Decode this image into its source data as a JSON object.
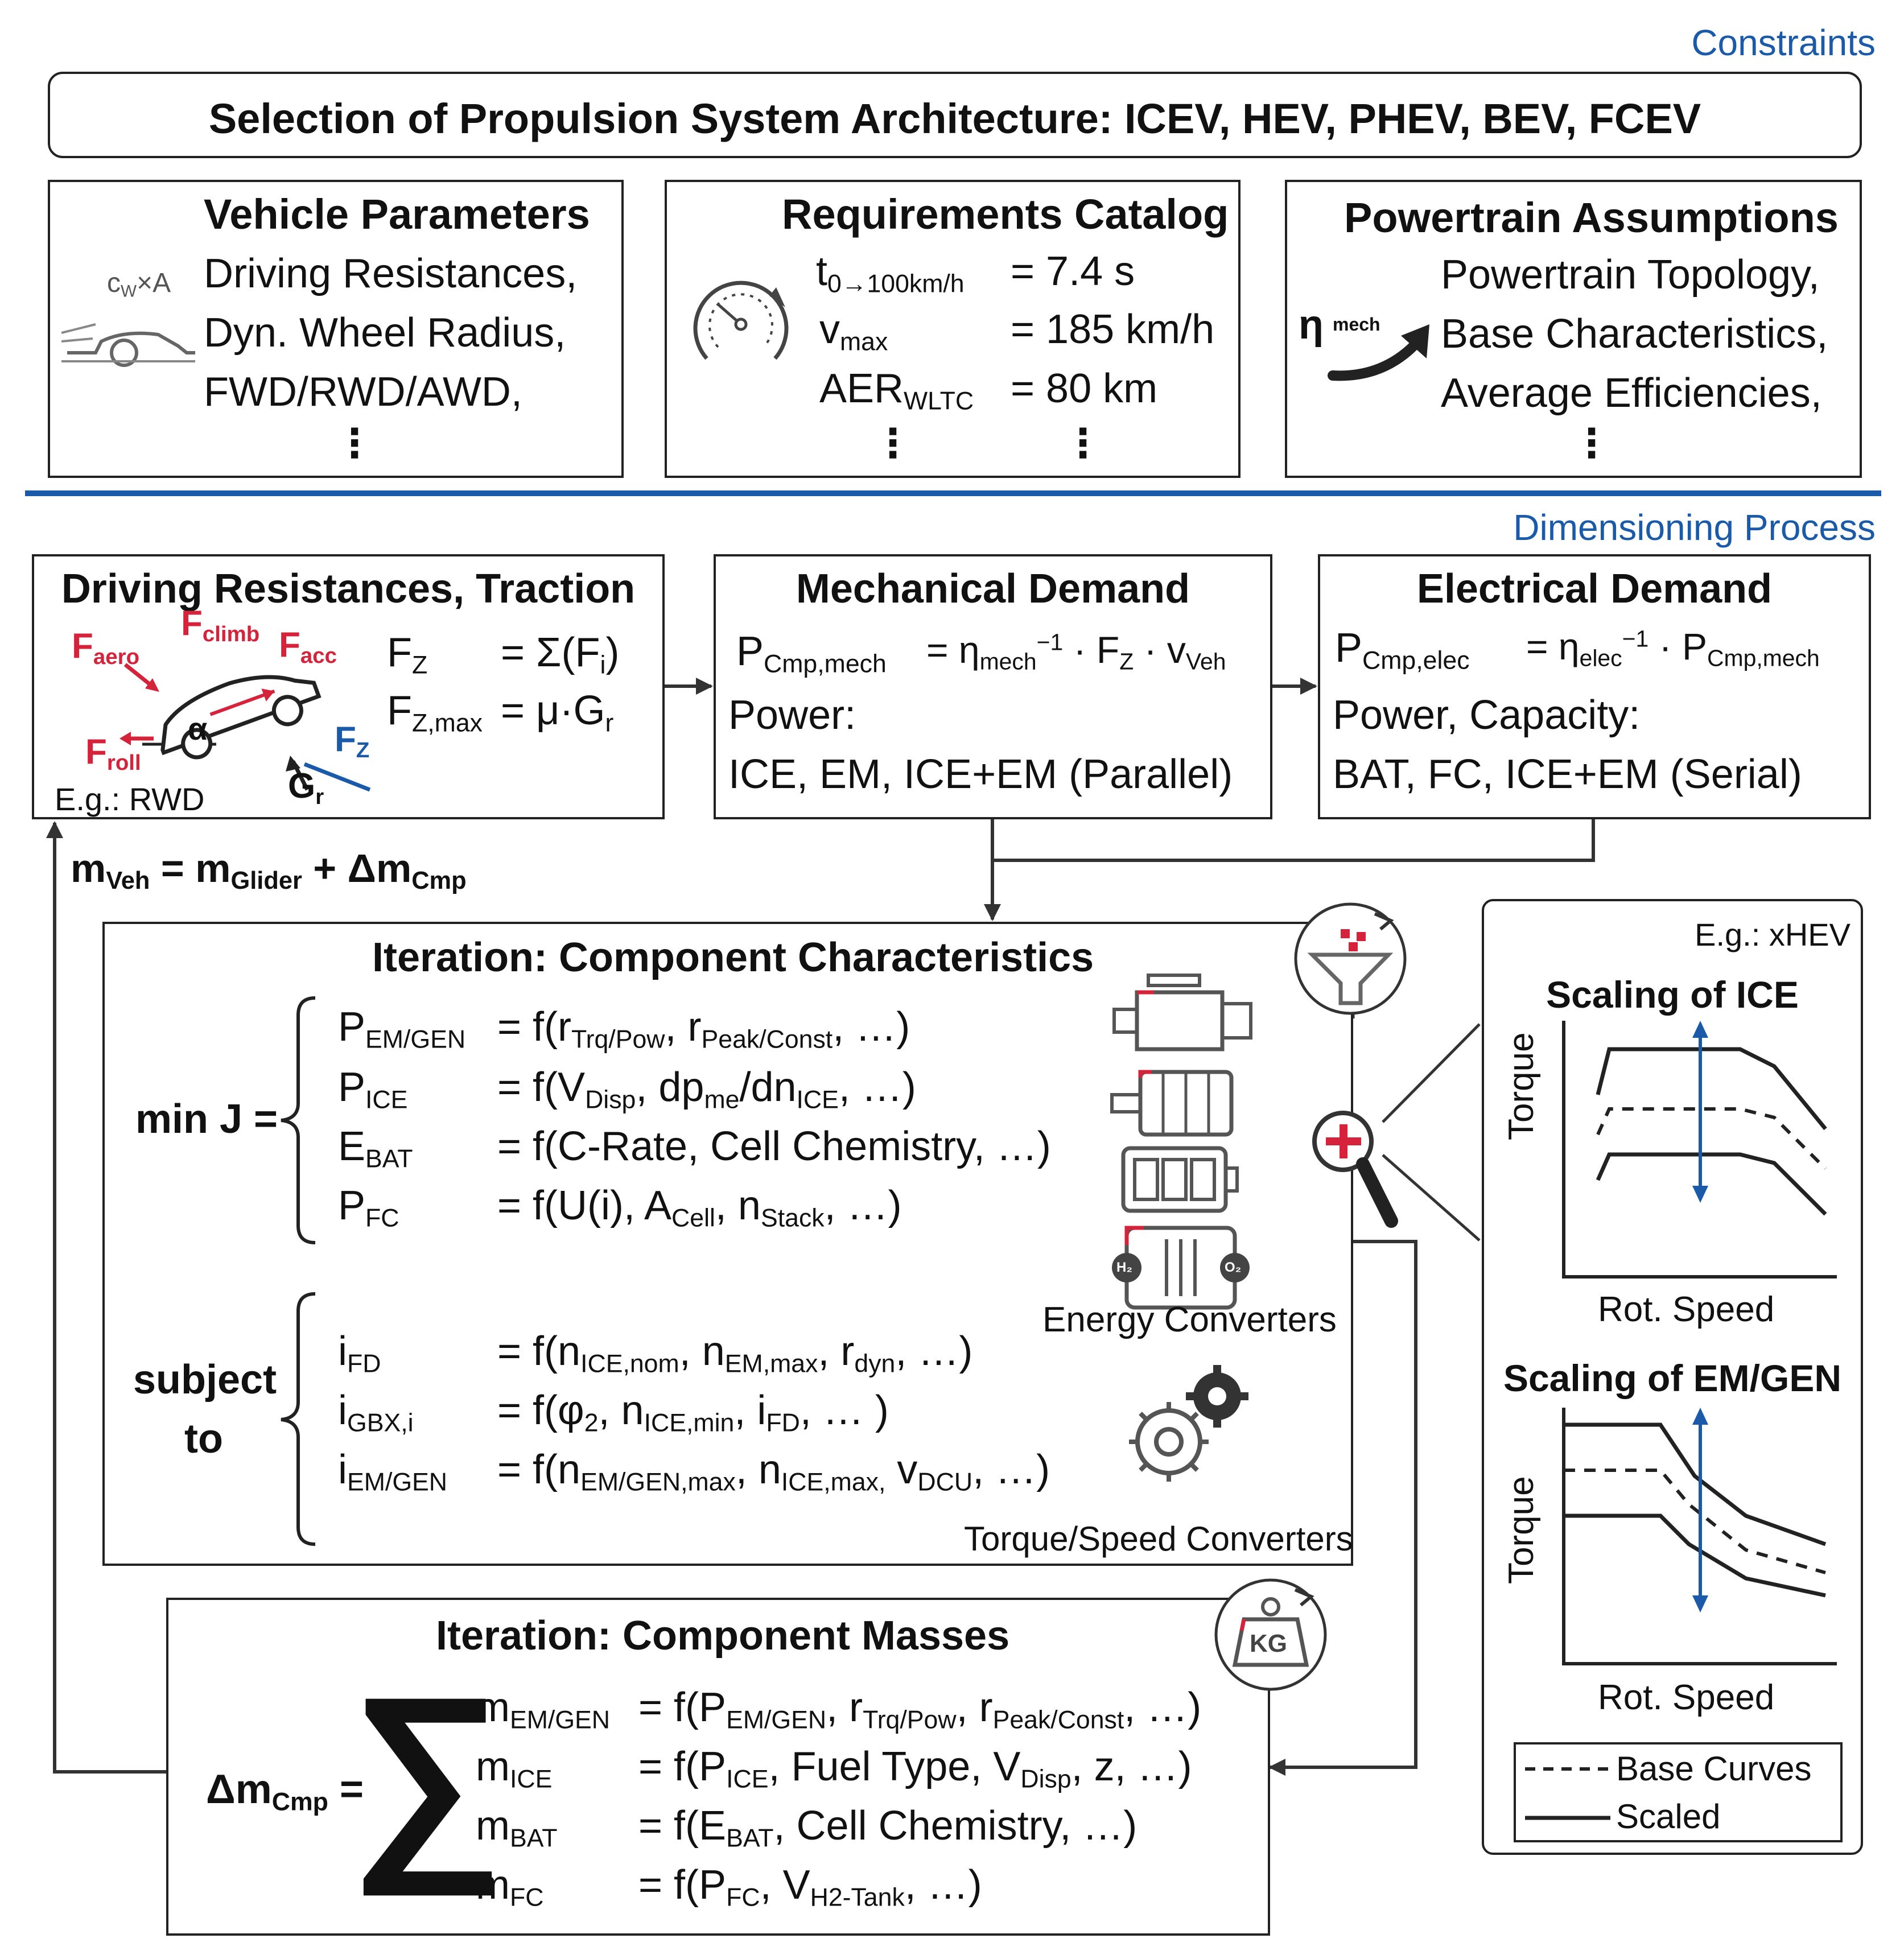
{
  "colors": {
    "accent_blue": "#1a5aa8",
    "accent_red": "#d4233a",
    "line_dark": "#222222",
    "icon_gray": "#555555"
  },
  "constraints_label": "Constraints",
  "architecture": {
    "title": "Selection of Propulsion System Architecture: ICEV, HEV, PHEV, BEV, FCEV"
  },
  "vehicle_parameters": {
    "title": "Vehicle Parameters",
    "items": [
      "Driving Resistances,",
      "Dyn. Wheel Radius,",
      "FWD/RWD/AWD,"
    ],
    "ellipsis": "⋮",
    "icon_label_cw": "c",
    "icon_label_cw_sub": "W",
    "icon_label_a": "×A"
  },
  "requirements_catalog": {
    "title": "Requirements Catalog",
    "rows": [
      {
        "sym": "t",
        "sub": "0→100km/h",
        "val": "= 7.4 s"
      },
      {
        "sym": "v",
        "sub": "max",
        "val": "= 185 km/h"
      },
      {
        "sym": "AER",
        "sub": "WLTC",
        "val": "= 80 km"
      }
    ],
    "ellipsis": "⋮"
  },
  "powertrain_assumptions": {
    "title": "Powertrain Assumptions",
    "items": [
      "Powertrain Topology,",
      "Base Characteristics,",
      "Average Efficiencies,"
    ],
    "ellipsis": "⋮",
    "icon_eta": "η",
    "icon_eta_sub": "mech"
  },
  "dimensioning_label": "Dimensioning Process",
  "driving_resistances": {
    "title": "Driving Resistances, Traction",
    "force_labels": {
      "aero": "aero",
      "climb": "climb",
      "acc": "acc",
      "roll": "roll",
      "F": "F",
      "alpha": "α",
      "Fz": "F",
      "Fz_sub": "Z",
      "G": "G",
      "G_sub": "r"
    },
    "eq1_lhs": "F",
    "eq1_lhs_sub": "Z",
    "eq1_rhs": "= Σ(F",
    "eq1_rhs_sub": "i",
    "eq1_close": ")",
    "eq2_lhs": "F",
    "eq2_lhs_sub": "Z,max",
    "eq2_rhs": "= μ·G",
    "eq2_rhs_sub": "r",
    "example": "E.g.: RWD"
  },
  "mechanical_demand": {
    "title": "Mechanical Demand",
    "eq_lhs": "P",
    "eq_lhs_sub": "Cmp,mech",
    "eq_rhs_1": "= η",
    "eq_rhs_1_sub": "mech",
    "eq_rhs_1_sup": "−1",
    "eq_rhs_2": "· F",
    "eq_rhs_2_sub": "Z",
    "eq_rhs_3": "· v",
    "eq_rhs_3_sub": "Veh",
    "line1": "Power:",
    "line2": "ICE, EM, ICE+EM (Parallel)"
  },
  "electrical_demand": {
    "title": "Electrical Demand",
    "eq_lhs": "P",
    "eq_lhs_sub": "Cmp,elec",
    "eq_rhs_1": "= η",
    "eq_rhs_1_sub": "elec",
    "eq_rhs_1_sup": "−1",
    "eq_rhs_2": "· P",
    "eq_rhs_2_sub": "Cmp,mech",
    "line1": "Power, Capacity:",
    "line2": "BAT, FC, ICE+EM (Serial)"
  },
  "mass_equation": {
    "m": "m",
    "m_sub": "Veh",
    "eq": " = m",
    "glider_sub": "Glider",
    "plus": " + Δm",
    "cmp_sub": "Cmp"
  },
  "iteration_characteristics": {
    "title": "Iteration: Component Characteristics",
    "min_label": "min J =",
    "objective_rows": [
      {
        "lhs": "P",
        "lhs_sub": "EM/GEN",
        "rhs": "= f(r",
        "parts": [
          [
            "Trq/Pow",
            ", r"
          ],
          [
            "Peak/Const",
            ", …)"
          ]
        ]
      },
      {
        "lhs": "P",
        "lhs_sub": "ICE",
        "rhs": "= f(V",
        "parts": [
          [
            "Disp",
            ", dp"
          ],
          [
            "me",
            "/dn"
          ],
          [
            "ICE",
            ", …)"
          ]
        ]
      },
      {
        "lhs": "E",
        "lhs_sub": "BAT",
        "rhs": "= f(C-Rate, Cell Chemistry, …)",
        "parts": []
      },
      {
        "lhs": "P",
        "lhs_sub": "FC",
        "rhs": "= f(U(i), A",
        "parts": [
          [
            "Cell",
            ", n"
          ],
          [
            "Stack",
            ", …)"
          ]
        ]
      }
    ],
    "subject_label_1": "subject",
    "subject_label_2": "to",
    "constraint_rows": [
      {
        "lhs": "i",
        "lhs_sub": "FD",
        "rhs": "= f(n",
        "parts": [
          [
            "ICE,nom",
            ", n"
          ],
          [
            "EM,max",
            ", r"
          ],
          [
            "dyn",
            ", …)"
          ]
        ]
      },
      {
        "lhs": "i",
        "lhs_sub": "GBX,i",
        "rhs": "= f(φ",
        "parts": [
          [
            "2",
            ", n"
          ],
          [
            "ICE,min",
            ", i"
          ],
          [
            "FD",
            ", … )"
          ]
        ]
      },
      {
        "lhs": "i",
        "lhs_sub": "EM/GEN",
        "rhs": "= f(n",
        "parts": [
          [
            "EM/GEN,max",
            ", n"
          ],
          [
            "ICE,max,",
            " v"
          ],
          [
            "DCU",
            ", …)"
          ]
        ]
      }
    ],
    "energy_converters_label": "Energy Converters",
    "torque_converters_label": "Torque/Speed Converters",
    "h2_label": "H₂",
    "o2_label": "O₂"
  },
  "iteration_masses": {
    "title": "Iteration: Component Masses",
    "lhs": "Δm",
    "lhs_sub": "Cmp",
    "lhs_eq": " =",
    "sigma": "∑",
    "rows": [
      {
        "lhs": "m",
        "lhs_sub": "EM/GEN",
        "rhs": "= f(P",
        "parts": [
          [
            "EM/GEN",
            ", r"
          ],
          [
            "Trq/Pow",
            ", r"
          ],
          [
            "Peak/Const",
            ", …)"
          ]
        ]
      },
      {
        "lhs": "m",
        "lhs_sub": "ICE",
        "rhs": "= f(P",
        "parts": [
          [
            "ICE",
            ", Fuel Type, V"
          ],
          [
            "Disp",
            ", z, …)"
          ]
        ]
      },
      {
        "lhs": "m",
        "lhs_sub": "BAT",
        "rhs": "= f(E",
        "parts": [
          [
            "BAT",
            ", Cell Chemistry, …)"
          ]
        ]
      },
      {
        "lhs": "m",
        "lhs_sub": "FC",
        "rhs": "= f(P",
        "parts": [
          [
            "FC",
            ", V"
          ],
          [
            "H2-Tank",
            ", …)"
          ]
        ]
      }
    ],
    "kg_label": "KG"
  },
  "scaling_panel": {
    "example": "E.g.: xHEV",
    "ice_title": "Scaling of ICE",
    "emgen_title": "Scaling of EM/GEN",
    "ylabel": "Torque",
    "xlabel": "Rot. Speed",
    "legend_base": "Base Curves",
    "legend_scaled": "Scaled"
  }
}
